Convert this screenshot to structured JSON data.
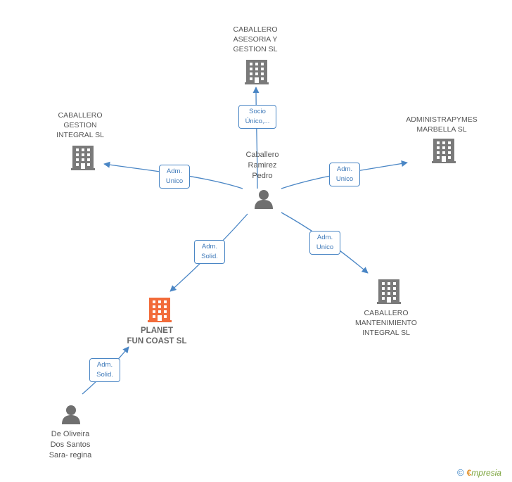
{
  "colors": {
    "edge": "#4a86c5",
    "company_icon": "#7a7a7a",
    "main_company_icon": "#f26b3a",
    "person_icon": "#6f6f6f"
  },
  "nodes": {
    "caballero_asesoria": {
      "label": "CABALLERO\nASESORIA Y\nGESTION SL",
      "icon": "building-icon"
    },
    "caballero_gestion": {
      "label": "CABALLERO\nGESTION\nINTEGRAL SL",
      "icon": "building-icon"
    },
    "administrapymes": {
      "label": "ADMINISTRAPYMES\nMARBELLA  SL",
      "icon": "building-icon"
    },
    "caballero_mantenimiento": {
      "label": "CABALLERO\nMANTENIMIENTO\nINTEGRAL SL",
      "icon": "building-icon"
    },
    "planet_fun_coast": {
      "label": "PLANET\nFUN COAST SL",
      "icon": "building-icon"
    },
    "caballero_ramirez": {
      "label": "Caballero\nRamirez\nPedro",
      "icon": "person-icon"
    },
    "de_oliveira": {
      "label": "De Oliveira\nDos Santos\nSara- regina",
      "icon": "person-icon"
    }
  },
  "edges": {
    "to_asesoria": "Socio\nÚnico,...",
    "to_gestion": "Adm.\nUnico",
    "to_administrapymes": "Adm.\nUnico",
    "to_mantenimiento": "Adm.\nUnico",
    "to_planet": "Adm.\nSolid.",
    "oliveira_to_planet": "Adm.\nSolid."
  },
  "footer": {
    "copyright": "©",
    "brand_initial": "€",
    "brand_rest": "mpresia"
  }
}
